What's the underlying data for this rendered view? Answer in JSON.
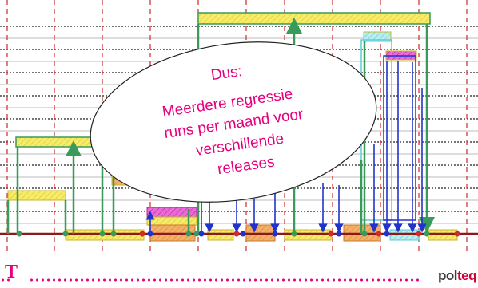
{
  "callout": {
    "lines": [
      "Dus:",
      "Meerdere regressie",
      "runs per maand voor",
      "verschillende",
      "releases"
    ]
  },
  "footer": {
    "logo_t": "T",
    "brand_part1": "pol",
    "brand_part2": "teq"
  },
  "colors": {
    "accent": "#e6007e",
    "yellow_box": "#f5e84a",
    "orange_box": "#f2a24a",
    "magenta_box": "#e048c8",
    "cyan_box": "#9fe3ea",
    "green_arrow": "#3a9a5a",
    "blue_arrow": "#2233cc",
    "baseline": "#8b1a1a"
  }
}
